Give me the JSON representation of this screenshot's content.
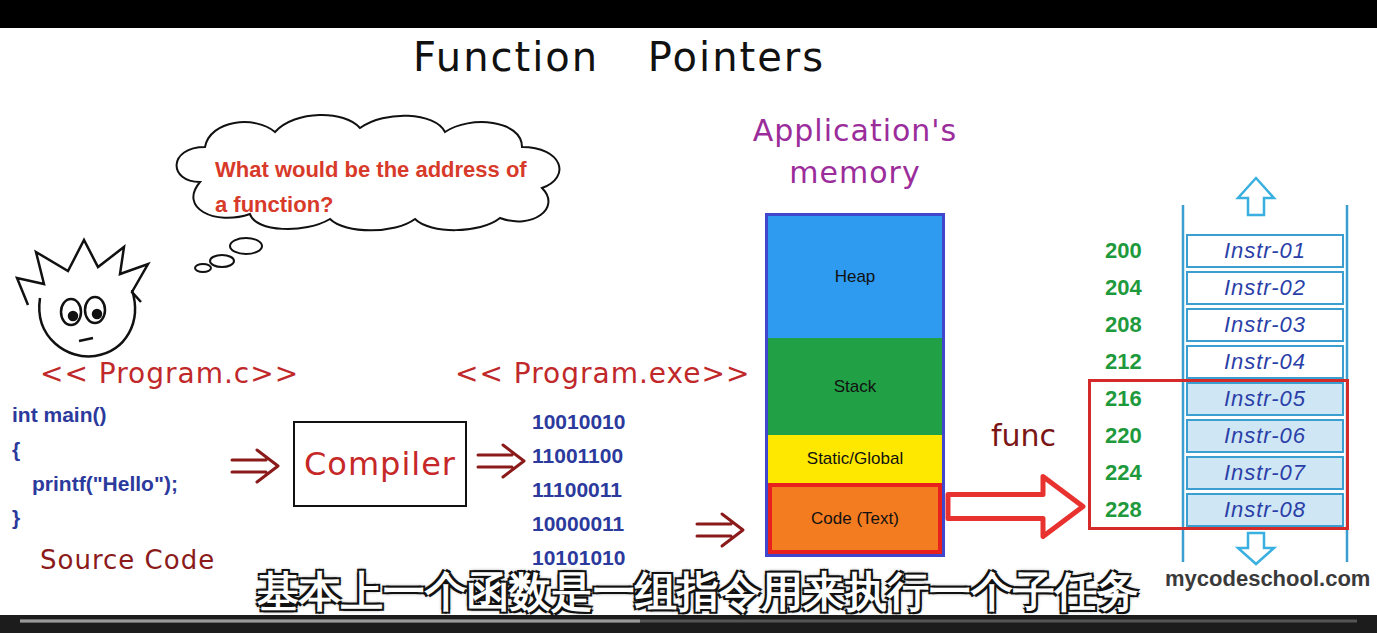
{
  "diagram": {
    "title": "Function Pointers",
    "nodes": [
      {
        "text": [
          "What would be the address of a function?"
        ]
      },
      {
        "text": [
          "Compiler"
        ]
      },
      {
        "text": [
          "Application's memory"
        ]
      },
      {
        "text": [
          "Heap"
        ],
        "in": 2
      },
      {
        "text": [
          "Stack"
        ],
        "in": 2
      },
      {
        "text": [
          "Static/Global"
        ],
        "in": 2
      },
      {
        "text": [
          "Code (Text)"
        ],
        "in": 2
      },
      {
        "text": [
          "Instr-01"
        ]
      },
      {
        "text": [
          "Instr-02"
        ]
      },
      {
        "text": [
          "Instr-03"
        ]
      },
      {
        "text": [
          "Instr-04"
        ]
      },
      {
        "text": [
          "func"
        ]
      },
      {
        "text": [
          "Instr-05"
        ],
        "in": 11
      },
      {
        "text": [
          "Instr-06"
        ],
        "in": 11
      },
      {
        "text": [
          "Instr-07"
        ],
        "in": 11
      },
      {
        "text": [
          "Instr-08"
        ],
        "in": 11
      }
    ],
    "edges": [
      {
        "from": 6,
        "to": 11,
        "arrow": "to"
      }
    ],
    "labels": [
      "<< Program.c>>",
      "int main()",
      "{",
      "printf(\"Hello\");",
      "}",
      "Source Code",
      "<< Program.exe>>",
      "10010010",
      "11001100",
      "11100011",
      "10000011",
      "10101010",
      "200",
      "204",
      "208",
      "212",
      "216",
      "220",
      "224",
      "228",
      "基本上一个函数是一组指令用来执行一个子任务",
      "mycodeschool.com"
    ]
  }
}
